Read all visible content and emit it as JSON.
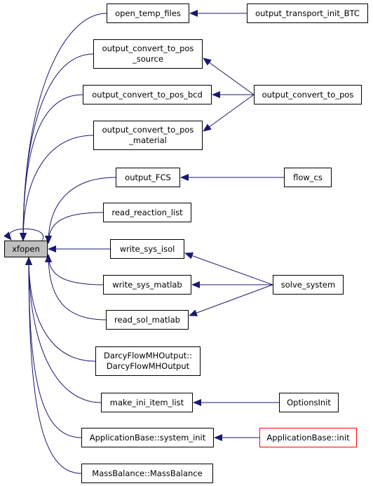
{
  "graph": {
    "focus": {
      "label": "xfopen",
      "fill": "#bfbfbf"
    },
    "callers": [
      {
        "id": "open_temp_files",
        "lines": [
          "open_temp_files"
        ]
      },
      {
        "id": "output_convert_to_pos_source",
        "lines": [
          "output_convert_to_pos",
          "_source"
        ]
      },
      {
        "id": "output_convert_to_pos_bcd",
        "lines": [
          "output_convert_to_pos_bcd"
        ]
      },
      {
        "id": "output_convert_to_pos_material",
        "lines": [
          "output_convert_to_pos",
          "_material"
        ]
      },
      {
        "id": "output_FCS",
        "lines": [
          "output_FCS"
        ]
      },
      {
        "id": "read_reaction_list",
        "lines": [
          "read_reaction_list"
        ]
      },
      {
        "id": "write_sys_isol",
        "lines": [
          "write_sys_isol"
        ]
      },
      {
        "id": "write_sys_matlab",
        "lines": [
          "write_sys_matlab"
        ]
      },
      {
        "id": "read_sol_matlab",
        "lines": [
          "read_sol_matlab"
        ]
      },
      {
        "id": "darcy_flow_mh_output",
        "lines": [
          "DarcyFlowMHOutput::",
          "DarcyFlowMHOutput"
        ]
      },
      {
        "id": "make_ini_item_list",
        "lines": [
          "make_ini_item_list"
        ]
      },
      {
        "id": "application_base_system_init",
        "lines": [
          "ApplicationBase::system_init"
        ]
      },
      {
        "id": "mass_balance",
        "lines": [
          "MassBalance::MassBalance"
        ]
      }
    ],
    "outer": [
      {
        "id": "output_transport_init_BTC",
        "lines": [
          "output_transport_init_BTC"
        ]
      },
      {
        "id": "output_convert_to_pos",
        "lines": [
          "output_convert_to_pos"
        ]
      },
      {
        "id": "flow_cs",
        "lines": [
          "flow_cs"
        ]
      },
      {
        "id": "solve_system",
        "lines": [
          "solve_system"
        ]
      },
      {
        "id": "options_init",
        "lines": [
          "OptionsInit"
        ]
      },
      {
        "id": "application_base_init",
        "lines": [
          "ApplicationBase::init"
        ],
        "truncated": true
      }
    ],
    "edges": [
      [
        "output_transport_init_BTC",
        "open_temp_files"
      ],
      [
        "output_convert_to_pos",
        "output_convert_to_pos_source"
      ],
      [
        "output_convert_to_pos",
        "output_convert_to_pos_bcd"
      ],
      [
        "output_convert_to_pos",
        "output_convert_to_pos_material"
      ],
      [
        "flow_cs",
        "output_FCS"
      ],
      [
        "solve_system",
        "write_sys_isol"
      ],
      [
        "solve_system",
        "write_sys_matlab"
      ],
      [
        "solve_system",
        "read_sol_matlab"
      ],
      [
        "options_init",
        "make_ini_item_list"
      ],
      [
        "application_base_init",
        "application_base_system_init"
      ],
      [
        "open_temp_files",
        "focus"
      ],
      [
        "output_convert_to_pos_source",
        "focus"
      ],
      [
        "output_convert_to_pos_bcd",
        "focus"
      ],
      [
        "output_convert_to_pos_material",
        "focus"
      ],
      [
        "output_FCS",
        "focus"
      ],
      [
        "read_reaction_list",
        "focus"
      ],
      [
        "write_sys_isol",
        "focus"
      ],
      [
        "write_sys_matlab",
        "focus"
      ],
      [
        "read_sol_matlab",
        "focus"
      ],
      [
        "darcy_flow_mh_output",
        "focus"
      ],
      [
        "make_ini_item_list",
        "focus"
      ],
      [
        "application_base_system_init",
        "focus"
      ],
      [
        "mass_balance",
        "focus"
      ],
      [
        "focus",
        "focus"
      ]
    ],
    "colors": {
      "edge": "#191970",
      "border": "#000000",
      "truncated_border": "#ff0000",
      "background": "#ffffff"
    }
  }
}
